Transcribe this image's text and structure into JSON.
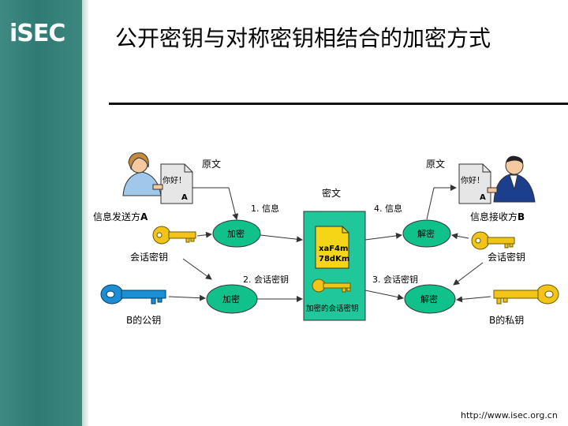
{
  "logo": {
    "text": "iSEC"
  },
  "title": "公开密钥与对称密钥相结合的加密方式",
  "diagram": {
    "plaintext_left": "原文",
    "plaintext_right": "原文",
    "doc_text": "你好！",
    "doc_letter": "A",
    "ciphertext_label": "密文",
    "cipher_sample_line1": "xaF4m",
    "cipher_sample_line2": "78dKm",
    "encrypted_session_key_label": "加密的会话密钥",
    "sender_label_text": "信息发送方",
    "sender_label_letter": "A",
    "receiver_label_text": "信息接收方",
    "receiver_label_letter": "B",
    "session_key_left": "会话密钥",
    "session_key_right": "会话密钥",
    "b_public_key": "B的公钥",
    "b_private_key": "B的私钥",
    "encrypt_top": "加密",
    "encrypt_bottom": "加密",
    "decrypt_top": "解密",
    "decrypt_bottom": "解密",
    "step1": "1. 信息",
    "step2": "2. 会话密钥",
    "step3": "3. 会话密钥",
    "step4": "4. 信息"
  },
  "colors": {
    "sidebar": "#2f7b74",
    "node_fill": "#11c18c",
    "cipher_box": "#1fc79a",
    "key_yellow": "#f2c418",
    "key_blue": "#1a8fd4",
    "person_skin": "#f4c9a0"
  },
  "footer": {
    "url": "http://www.isec.org.cn"
  }
}
